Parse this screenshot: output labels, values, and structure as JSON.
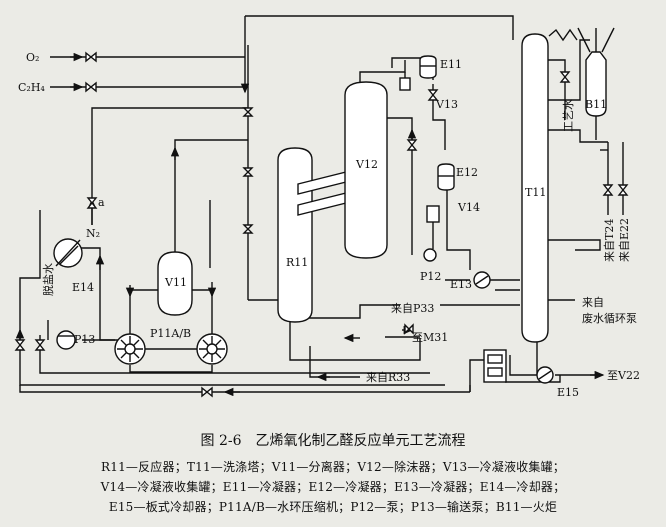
{
  "labels": {
    "o2": "O₂",
    "c2h4": "C₂H₄",
    "n2": "N₂",
    "a": "a",
    "e14": "E14",
    "desalt_water": "脱盐水",
    "p13": "P13",
    "v11": "V11",
    "p11ab": "P11A/B",
    "r11": "R11",
    "v12": "V12",
    "e11": "E11",
    "v13": "V13",
    "e12": "E12",
    "v14": "V14",
    "p12": "P12",
    "e13": "E13",
    "t11": "T11",
    "b11": "B11",
    "process_water": "工艺水",
    "from_t24": "来自T24",
    "from_e22": "来自E22",
    "from_p33": "来自P33",
    "to_m31": "至M31",
    "from_r33": "来自R33",
    "e15": "E15",
    "to_v22": "至V22",
    "from_waste_water_1": "来自",
    "from_waste_water_2": "废水循环泵"
  },
  "caption": "图 2-6　乙烯氧化制乙醛反应单元工艺流程",
  "legend": [
    "R11—反应器；T11—洗涤塔；V11—分离器；V12—除沫器；V13—冷凝液收集罐；",
    "V14—冷凝液收集罐；E11—冷凝器；E12—冷凝器；E13—冷凝器；E14—冷却器；",
    "E15—板式冷却器；P11A/B—水环压缩机；P12—泵；P13—输送泵；B11—火炬"
  ]
}
